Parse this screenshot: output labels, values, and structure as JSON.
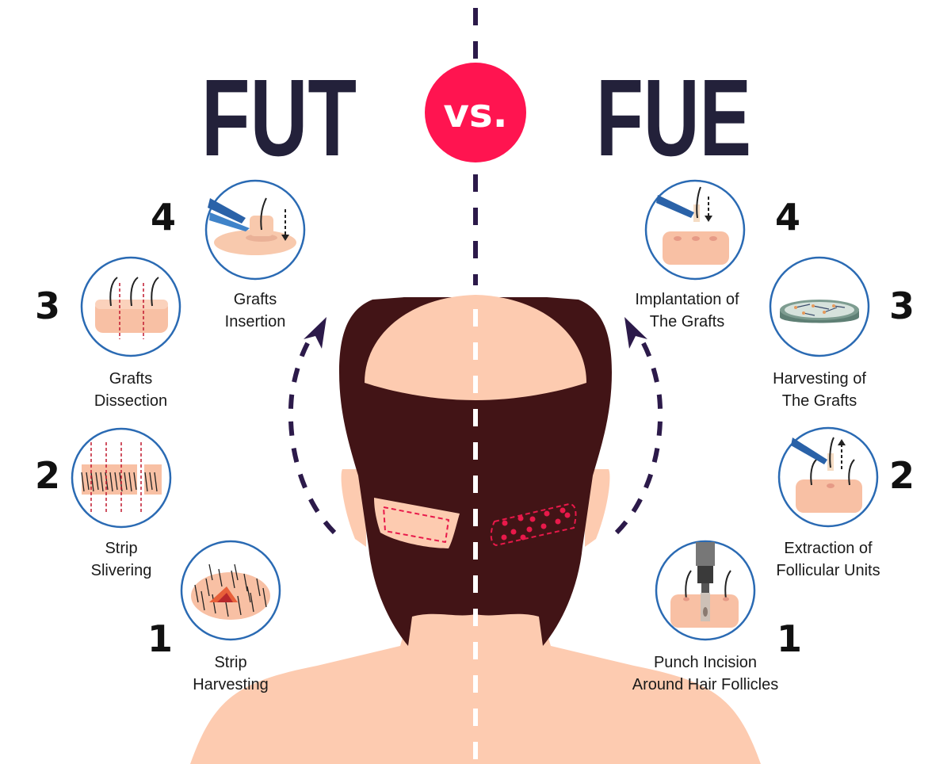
{
  "header": {
    "left_title": "FUT",
    "vs_label": "vs.",
    "right_title": "FUE"
  },
  "colors": {
    "title": "#23213a",
    "vs_circle": "#ff1450",
    "divider": "#2c1a4a",
    "hair": "#421416",
    "skin": "#fdcbb0",
    "circle_stroke": "#2a6ab3",
    "incision_red": "#e8194a"
  },
  "fut_steps": [
    {
      "number": "1",
      "line1": "Strip",
      "line2": "Harvesting",
      "icon": "strip-harvesting-icon"
    },
    {
      "number": "2",
      "line1": "Strip",
      "line2": "Slivering",
      "icon": "strip-slivering-icon"
    },
    {
      "number": "3",
      "line1": "Grafts",
      "line2": "Dissection",
      "icon": "grafts-dissection-icon"
    },
    {
      "number": "4",
      "line1": "Grafts",
      "line2": "Insertion",
      "icon": "grafts-insertion-icon"
    }
  ],
  "fue_steps": [
    {
      "number": "1",
      "line1": "Punch Incision",
      "line2": "Around Hair Follicles",
      "icon": "punch-incision-icon"
    },
    {
      "number": "2",
      "line1": "Extraction of",
      "line2": "Follicular Units",
      "icon": "follicle-extraction-icon"
    },
    {
      "number": "3",
      "line1": "Harvesting of",
      "line2": "The Grafts",
      "icon": "petri-dish-icon"
    },
    {
      "number": "4",
      "line1": "Implantation of",
      "line2": "The Grafts",
      "icon": "graft-implantation-icon"
    }
  ]
}
